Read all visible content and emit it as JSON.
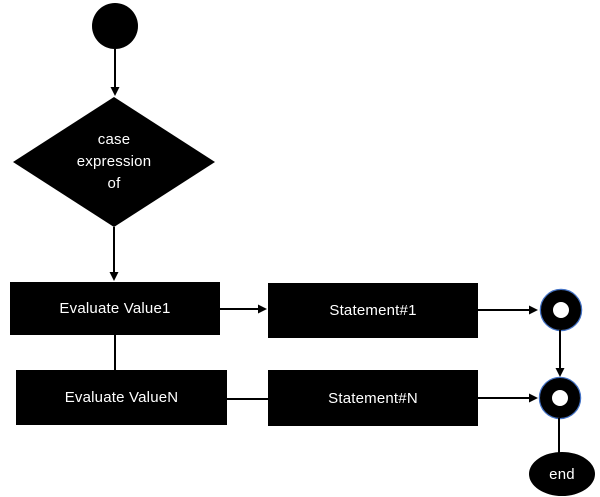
{
  "flowchart": {
    "background_color": "#ffffff",
    "shape_fill_color": "#000000",
    "text_color": "#ffffff",
    "ring_tint_color": "#4472c4",
    "connector_color": "#000000",
    "nodes": {
      "start": {
        "type": "initial-circle",
        "label": ""
      },
      "decision": {
        "type": "diamond",
        "lines": [
          "case",
          "expression",
          "of"
        ]
      },
      "evaluate1": {
        "type": "process",
        "label": "Evaluate Value1"
      },
      "evaluateN": {
        "type": "process",
        "label": "Evaluate ValueN"
      },
      "statement1": {
        "type": "process",
        "label": "Statement#1"
      },
      "statementN": {
        "type": "process",
        "label": "Statement#N"
      },
      "ring1": {
        "type": "connector-ring",
        "label": ""
      },
      "ring2": {
        "type": "connector-ring",
        "label": ""
      },
      "end": {
        "type": "terminal-ellipse",
        "label": "end"
      }
    }
  }
}
